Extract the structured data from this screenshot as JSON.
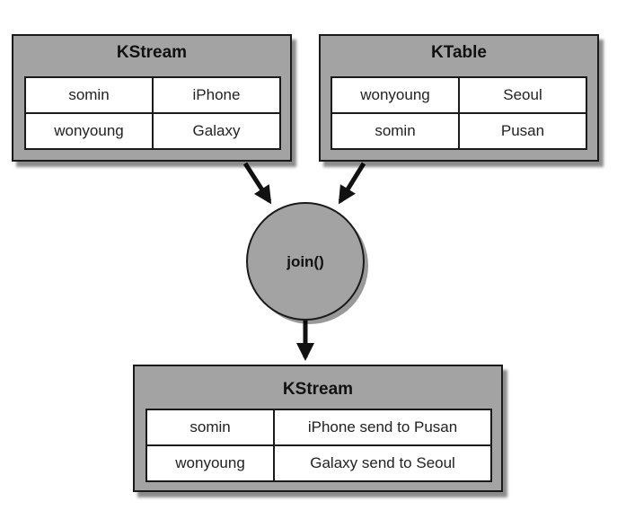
{
  "left_stream": {
    "title": "KStream",
    "rows": [
      [
        "somin",
        "iPhone"
      ],
      [
        "wonyoung",
        "Galaxy"
      ]
    ]
  },
  "table": {
    "title": "KTable",
    "rows": [
      [
        "wonyoung",
        "Seoul"
      ],
      [
        "somin",
        "Pusan"
      ]
    ]
  },
  "join": {
    "label": "join()"
  },
  "result_stream": {
    "title": "KStream",
    "rows": [
      [
        "somin",
        "iPhone send to Pusan"
      ],
      [
        "wonyoung",
        "Galaxy send to Seoul"
      ]
    ]
  },
  "colors": {
    "panel_fill": "#a3a3a3",
    "stroke": "#1a1a1a",
    "cell_fill": "#ffffff"
  }
}
